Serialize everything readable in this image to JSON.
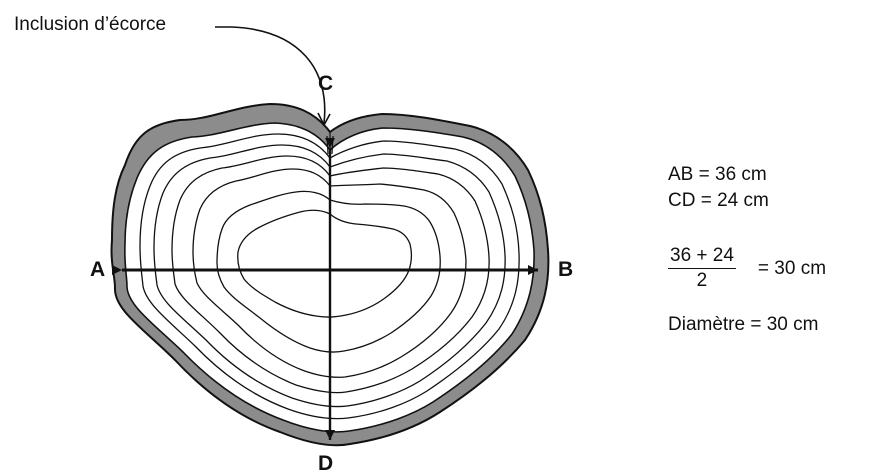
{
  "callout": {
    "label": "Inclusion d’écorce"
  },
  "points": {
    "a": "A",
    "b": "B",
    "c": "C",
    "d": "D"
  },
  "measures": {
    "ab": "AB = 36 cm",
    "cd": "CD = 24 cm",
    "formula": {
      "numerator": "36 + 24",
      "denominator": "2",
      "result": "= 30 cm"
    },
    "diameter": "Diamètre = 30 cm"
  },
  "colors": {
    "bark": "#8c8c8c",
    "ink": "#111111"
  }
}
